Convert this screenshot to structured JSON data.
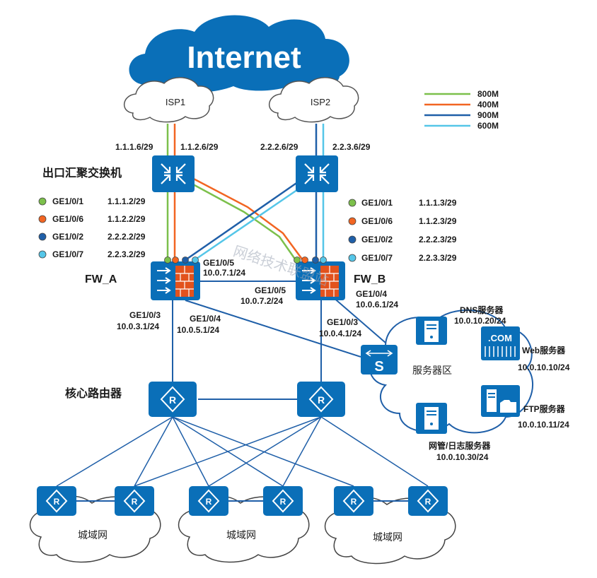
{
  "internet_label": "Internet",
  "isp1": "ISP1",
  "isp2": "ISP2",
  "legend": [
    {
      "label": "800M",
      "color": "#7cc04b"
    },
    {
      "label": "400M",
      "color": "#f26522"
    },
    {
      "label": "900M",
      "color": "#1f5fa8"
    },
    {
      "label": "600M",
      "color": "#55c6e8"
    }
  ],
  "ips": {
    "isp1_a": "1.1.1.6/29",
    "isp1_b": "1.1.2.6/29",
    "isp2_a": "2.2.2.6/29",
    "isp2_b": "2.2.3.6/29"
  },
  "switch_title": "出口汇聚交换机",
  "left_ports": [
    {
      "port": "GE1/0/1",
      "ip": "1.1.1.2/29",
      "color": "#7cc04b"
    },
    {
      "port": "GE1/0/6",
      "ip": "1.1.2.2/29",
      "color": "#f26522"
    },
    {
      "port": "GE1/0/2",
      "ip": "2.2.2.2/29",
      "color": "#1f5fa8"
    },
    {
      "port": "GE1/0/7",
      "ip": "2.2.3.2/29",
      "color": "#55c6e8"
    }
  ],
  "right_ports": [
    {
      "port": "GE1/0/1",
      "ip": "1.1.1.3/29",
      "color": "#7cc04b"
    },
    {
      "port": "GE1/0/6",
      "ip": "1.1.2.3/29",
      "color": "#f26522"
    },
    {
      "port": "GE1/0/2",
      "ip": "2.2.2.3/29",
      "color": "#1f5fa8"
    },
    {
      "port": "GE1/0/7",
      "ip": "2.2.3.3/29",
      "color": "#55c6e8"
    }
  ],
  "fw_a": "FW_A",
  "fw_b": "FW_B",
  "fw_a_ge105": "GE1/0/5",
  "fw_a_ge105_ip": "10.0.7.1/24",
  "fw_b_ge105": "GE1/0/5",
  "fw_b_ge105_ip": "10.0.7.2/24",
  "fw_b_ge104": "GE1/0/4",
  "fw_b_ge104_ip": "10.0.6.1/24",
  "fw_a_ge103": "GE1/0/3",
  "fw_a_ge103_ip": "10.0.3.1/24",
  "fw_a_ge104": "GE1/0/4",
  "fw_a_ge104_ip": "10.0.5.1/24",
  "fw_b_ge103": "GE1/0/3",
  "fw_b_ge103_ip": "10.0.4.1/24",
  "server_zone": "服务器区",
  "dns_label": "DNS服务器",
  "dns_ip": "10.0.10.20/24",
  "com_text": ".COM",
  "web_label": "Web服务器",
  "web_ip": "10.0.10.10/24",
  "ftp_label": "FTP服务器",
  "ftp_ip": "10.0.10.11/24",
  "nms_label": "网管/日志服务器",
  "nms_ip": "10.0.10.30/24",
  "core_router": "核心路由器",
  "switch_glyph": "S",
  "router_glyph": "R",
  "metro": [
    "城域网",
    "城域网",
    "城域网"
  ],
  "watermark": "网络技术联盟站"
}
